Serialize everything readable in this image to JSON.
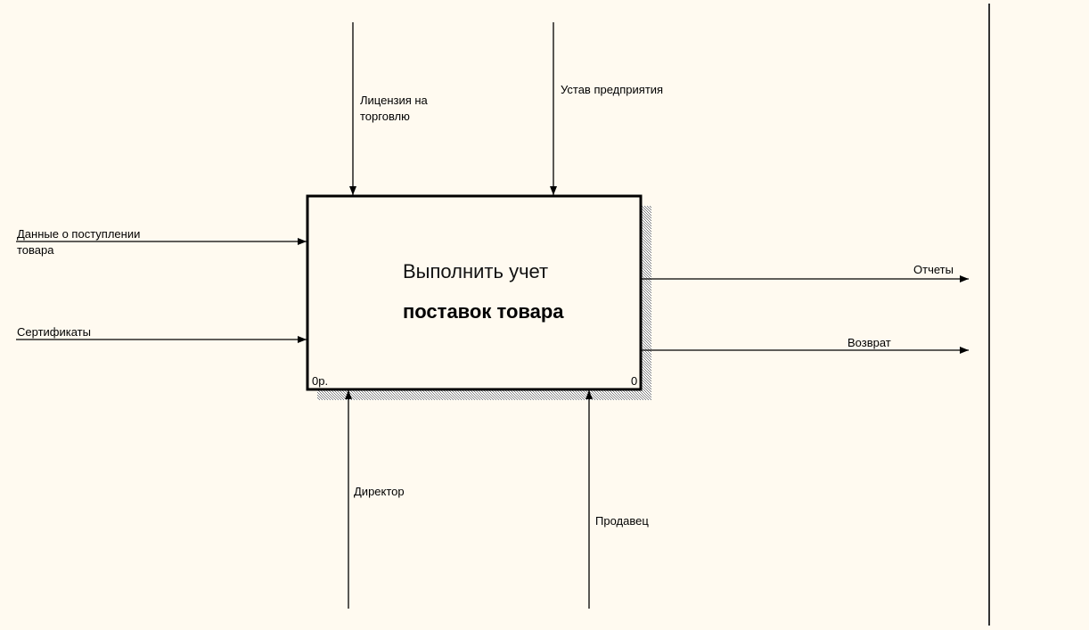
{
  "diagram": {
    "activity": {
      "title_line1": "Выполнить учет",
      "title_line2": "поставок товара",
      "cost": "0р.",
      "number": "0"
    },
    "controls": [
      {
        "line1": "Лицензия на",
        "line2": "торговлю"
      },
      {
        "line1": "Устав предприятия"
      }
    ],
    "inputs": [
      {
        "line1": "Данные о поступлении",
        "line2": "товара"
      },
      {
        "line1": "Сертификаты"
      }
    ],
    "outputs": [
      {
        "line1": "Отчеты"
      },
      {
        "line1": "Возврат"
      }
    ],
    "mechanisms": [
      {
        "line1": "Директор"
      },
      {
        "line1": "Продавец"
      }
    ],
    "colors": {
      "background": "#fffaf0",
      "line": "#000000"
    }
  }
}
